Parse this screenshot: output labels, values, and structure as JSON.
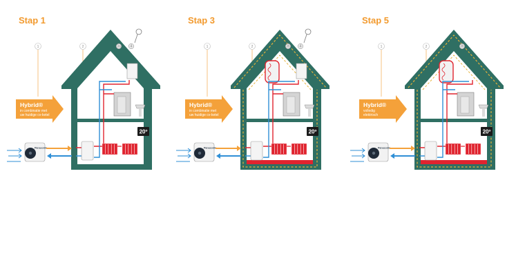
{
  "steps": [
    {
      "title": "Stap 1",
      "hybrid_title": "Hybrid®",
      "hybrid_sub1": "in combinatie met",
      "hybrid_sub2": "uw huidige cv-ketel",
      "temperature": "20º",
      "markers": {
        "leader1": "1",
        "leader2": "2",
        "roof1": "3a",
        "roof2": "4"
      },
      "insulated": false,
      "floor_heating": false
    },
    {
      "title": "Stap 3",
      "hybrid_title": "Hybrid®",
      "hybrid_sub1": "in combinatie met",
      "hybrid_sub2": "uw huidige cv-ketel",
      "temperature": "20º",
      "markers": {
        "leader1": "1",
        "leader2": "2",
        "roof1": "3b",
        "roof2": "4"
      },
      "insulated": true,
      "floor_heating": true
    },
    {
      "title": "Stap 5",
      "hybrid_title": "Hybrid®",
      "hybrid_sub1": "volledig",
      "hybrid_sub2": "elektrisch",
      "temperature": "20º",
      "markers": {
        "leader1": "1",
        "leader2": "2",
        "roof1": "3b",
        "roof2": ""
      },
      "insulated": true,
      "floor_heating": true
    }
  ],
  "brand": "Panasonic",
  "colors": {
    "title": "#f29a2e",
    "arrow": "#f4a13a",
    "house": "#2f6f63",
    "insulation": "#e7b23a",
    "hot": "#e0242f",
    "cold": "#2f8fd6"
  }
}
